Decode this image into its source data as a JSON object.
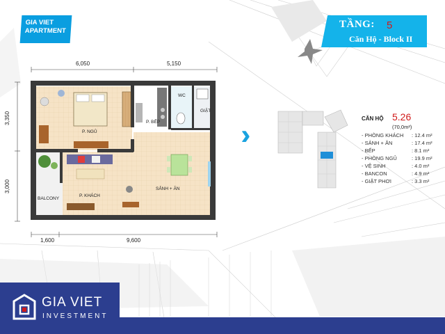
{
  "brand_tag": {
    "line1": "GIA VIET",
    "line2": "APARTMENT"
  },
  "floor_banner": {
    "floor_label": "TẦNG:",
    "floor_number": "5",
    "block": "Căn Hộ - Block II"
  },
  "dimensions": {
    "top_left": "6,050",
    "top_right": "5,150",
    "left_top": "3,350",
    "left_bottom": "3,000",
    "bottom_left": "1,600",
    "bottom_right": "9,600"
  },
  "rooms": {
    "bedroom": "P. NGỦ",
    "kitchen": "P. BẾP",
    "wc": "WC",
    "laundry": "GIẶT",
    "living": "P. KHÁCH",
    "hall_dining": "SẢNH + ĂN",
    "balcony": "BALCONY"
  },
  "unit": {
    "label": "CĂN HỘ",
    "number": "5.26",
    "area": "(70,0m²)",
    "specs": [
      {
        "name": "- PHÒNG KHÁCH",
        "value": ": 12.4 m²"
      },
      {
        "name": "- SẢNH  + ĂN",
        "value": ": 17.4 m²"
      },
      {
        "name": "- BẾP",
        "value": ": 8.1 m²"
      },
      {
        "name": "- PHÒNG NGỦ",
        "value": ": 19.9 m²"
      },
      {
        "name": "- VỆ SINH",
        "value": ": 4.0 m²"
      },
      {
        "name": "- BANCON",
        "value": ": 4.9 m²"
      },
      {
        "name": "- GIẶT PHƠI",
        "value": ": 3.3 m²"
      }
    ]
  },
  "logo": {
    "name": "GIA VIET",
    "sub": "INVESTMENT"
  },
  "colors": {
    "accent": "#14b3ea",
    "brand_navy": "#2c3e8f",
    "highlight_red": "#d01a1a",
    "floor_tile": "#f3dfc2"
  }
}
